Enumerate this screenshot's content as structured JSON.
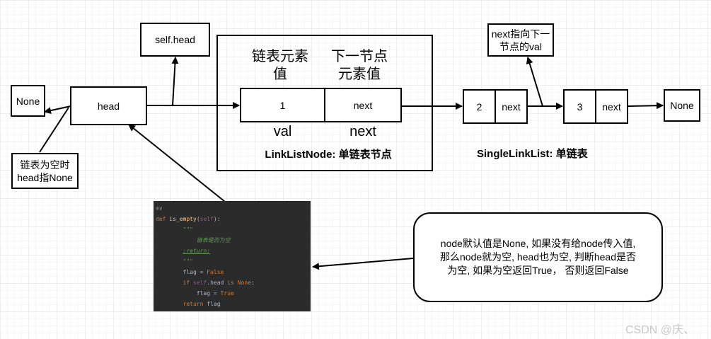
{
  "left": {
    "none_label": "None",
    "empty_note": [
      "链表为空时",
      "head指None"
    ],
    "head_label": "head",
    "self_head_label": "self.head"
  },
  "node": {
    "value_header": [
      "链表元素",
      "值"
    ],
    "next_header": [
      "下一节点",
      "元素值"
    ],
    "value_cell": "1",
    "next_cell": "next",
    "val_caption": "val",
    "next_caption": "next",
    "title": "LinkListNode: 单链表节点"
  },
  "chain": {
    "node2_value": "2",
    "node2_next": "next",
    "node3_value": "3",
    "node3_next": "next",
    "tail_none": "None",
    "note": [
      "next指向下一",
      "节点的val"
    ],
    "title": "SingleLinkList: 单链表"
  },
  "code": {
    "fold_marker": "⊕∨",
    "def_kw": "def",
    "func_name": "is_empty",
    "self_param": "self",
    "doc_quotes": "\"\"\"",
    "doc_text": "链表是否为空",
    "return_tag": ":return:",
    "flag_name": "flag",
    "false_const": "False",
    "if_kw": "if",
    "self_kw": "self",
    "head_attr": ".head",
    "is_kw": "is",
    "none_const": "None",
    "true_const": "True",
    "return_kw": "return"
  },
  "explain": {
    "lines": [
      "node默认值是None, 如果没有给node传入值,",
      "那么node就为空, head也为空, 判断head是否",
      "为空, 如果为空返回True， 否则返回False"
    ]
  },
  "watermark": "CSDN @庆、"
}
